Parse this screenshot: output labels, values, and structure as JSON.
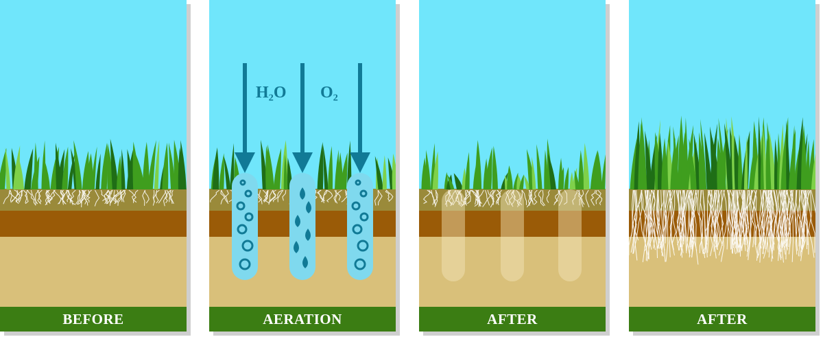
{
  "panels": [
    {
      "id": "before",
      "label": "BEFORE"
    },
    {
      "id": "aeration",
      "label": "AERATION",
      "arrows": [
        "H2O",
        "O2"
      ]
    },
    {
      "id": "after1",
      "label": "AFTER"
    },
    {
      "id": "after2",
      "label": "AFTER"
    }
  ],
  "aeration_labels": {
    "water": "H₂O",
    "oxygen": "O₂"
  },
  "colors": {
    "sky": "#70e6fb",
    "topsoil": "#9a8a3a",
    "clay": "#9a5b07",
    "subsoil": "#d9c07a",
    "label_bar": "#3b7d13",
    "arrow": "#117a96",
    "core": "#7fd9ee",
    "grass_dark": "#1f6e16",
    "grass_mid": "#3f9e1e",
    "grass_light": "#7fd14a"
  }
}
